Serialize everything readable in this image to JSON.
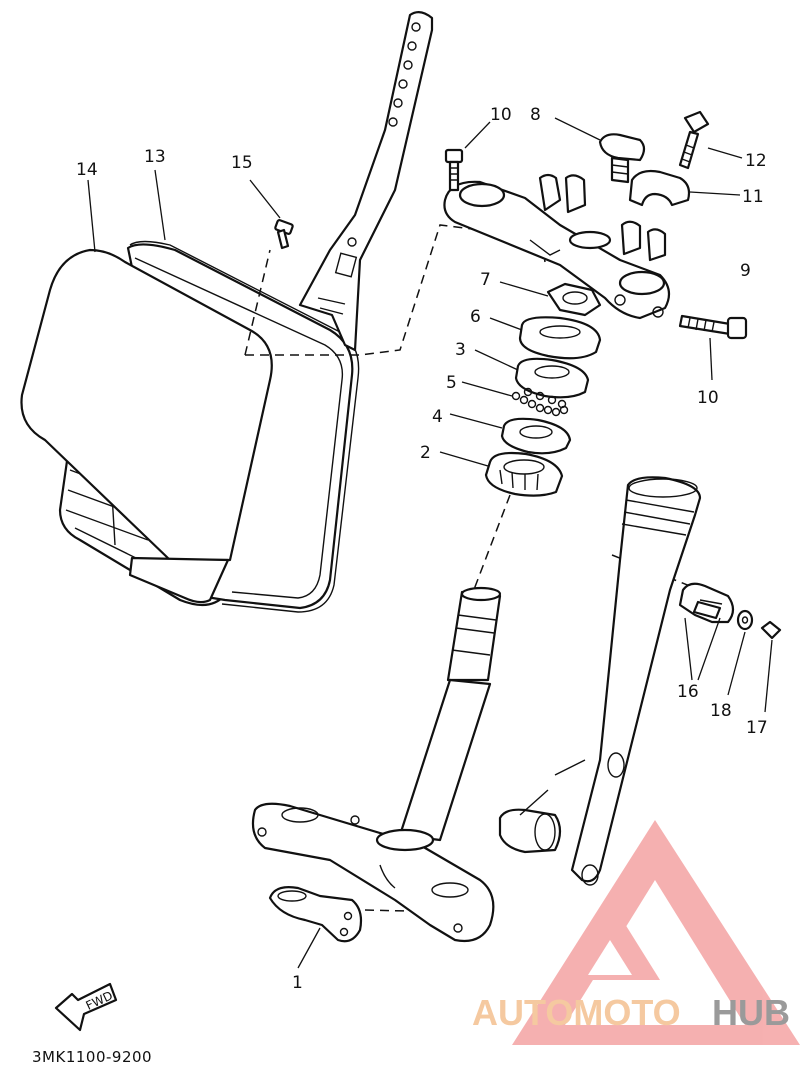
{
  "diagram": {
    "callouts": [
      "1",
      "2",
      "3",
      "4",
      "5",
      "6",
      "7",
      "8",
      "9",
      "10",
      "10",
      "11",
      "12",
      "13",
      "14",
      "15",
      "16",
      "17",
      "18"
    ],
    "diagram_code": "3MK1100-9200",
    "fwd_label": "FWD"
  },
  "watermark": {
    "brand_part1": "AUTOMOTO",
    "brand_part2": "HUB",
    "color_primary": "#f2a0a0",
    "color_secondary": "#f5c9a0",
    "color_text_dark": "#9a9a9a"
  }
}
